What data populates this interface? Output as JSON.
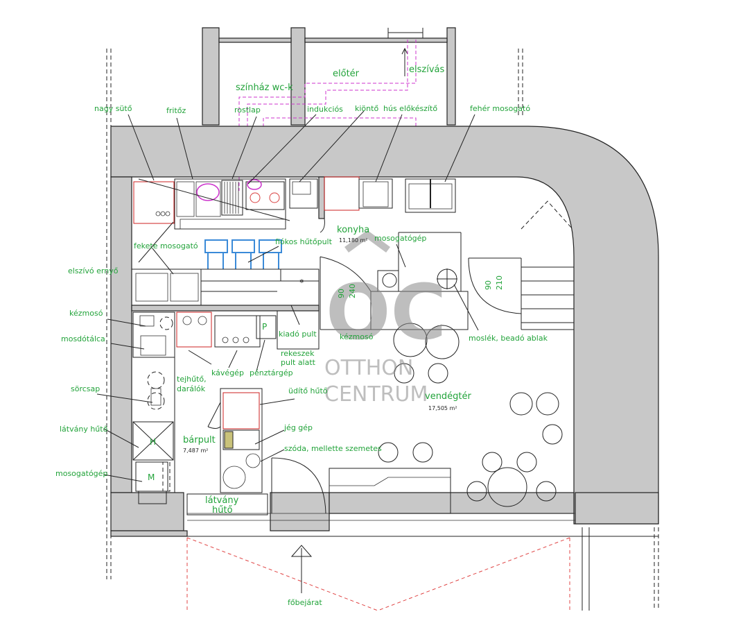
{
  "rooms": {
    "eloter": "előtér",
    "szinhaz_wc": "színház wc-k",
    "elszivas": "elszívás",
    "konyha": "konyha",
    "konyha_area": "11,180 m²",
    "vendegter": "vendégtér",
    "vendegter_area": "17,505 m²",
    "barpult": "bárpult",
    "barpult_area": "7,487 m²",
    "latvany_huto_1": "látvány",
    "latvany_huto_2": "hűtő",
    "fobejarat": "főbejárat"
  },
  "labels": {
    "nagy_suto": "nagy sütő",
    "fritoz": "fritőz",
    "rostlap": "rostlap",
    "indukcios": "indukciós",
    "kionto": "kiöntő",
    "hus_elokeszito": "hús előkészítő",
    "feher_mosogato": "fehér mosogató",
    "fekete_mosogato": "fekete mosogató",
    "fiokos_hutopult": "fiókos hűtőpult",
    "elszivo_ernyo": "elszívó ernyő",
    "mosogatogep_konyha": "mosogatógép",
    "kezmoso_bar": "kézmosó",
    "kezmoso_konyha": "kézmosó",
    "mosdotalca": "mosdótálca",
    "kiado_pult": "kiadó pult",
    "rekeszek_1": "rekeszek",
    "rekeszek_2": "pult alatt",
    "tejhuto_1": "tejhűtő,",
    "tejhuto_2": "darálók",
    "kavegep": "kávégép",
    "penztargep": "pénztárgép",
    "sorcsap": "sörcsap",
    "udito_huto": "üdítő hűtő",
    "jeg_gep": "jég gép",
    "szoda": "szóda, mellette szemetes",
    "latvany_huto_label": "látvány hűtő",
    "mosogatogep_bar": "mosogatógép",
    "moslek": "moslék, beadó ablak",
    "p_mark": "P",
    "m_mark": "M",
    "h_mark": "H"
  },
  "dimensions": {
    "door1_w": "90",
    "door1_h": "240",
    "door2_w": "90",
    "door2_h": "210"
  },
  "logo": {
    "line1": "OTTHON",
    "line2": "CENTRUM",
    "mark": "OC"
  }
}
